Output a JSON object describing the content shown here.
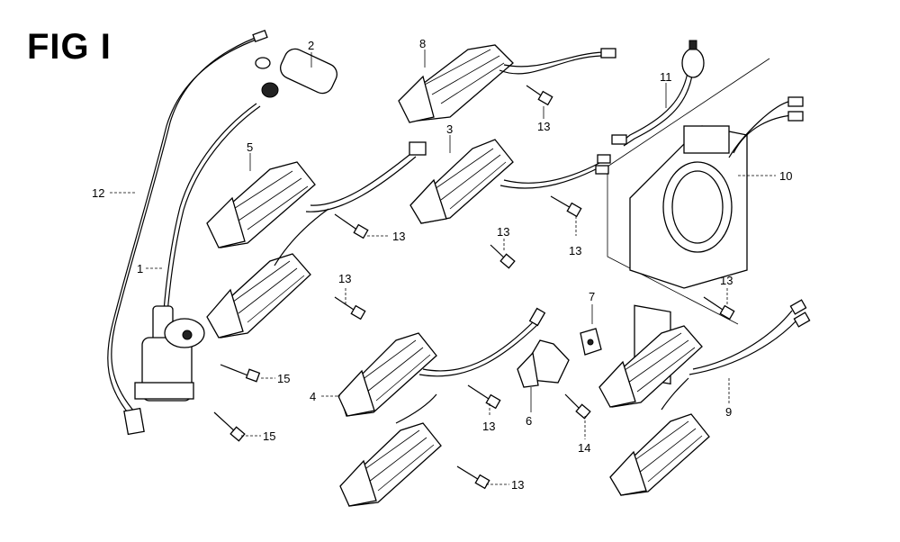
{
  "figure": {
    "title": "FIG I"
  },
  "callouts": [
    {
      "id": "c-2",
      "text": "2"
    },
    {
      "id": "c-8",
      "text": "8"
    },
    {
      "id": "c-13a",
      "text": "13"
    },
    {
      "id": "c-11",
      "text": "11"
    },
    {
      "id": "c-12",
      "text": "12"
    },
    {
      "id": "c-5",
      "text": "5"
    },
    {
      "id": "c-3",
      "text": "3"
    },
    {
      "id": "c-10",
      "text": "10"
    },
    {
      "id": "c-13b",
      "text": "13"
    },
    {
      "id": "c-13c",
      "text": "13"
    },
    {
      "id": "c-13d",
      "text": "13"
    },
    {
      "id": "c-1",
      "text": "1"
    },
    {
      "id": "c-13e",
      "text": "13"
    },
    {
      "id": "c-13f",
      "text": "13"
    },
    {
      "id": "c-7",
      "text": "7"
    },
    {
      "id": "c-15a",
      "text": "15"
    },
    {
      "id": "c-4",
      "text": "4"
    },
    {
      "id": "c-13g",
      "text": "13"
    },
    {
      "id": "c-6",
      "text": "6"
    },
    {
      "id": "c-9",
      "text": "9"
    },
    {
      "id": "c-14",
      "text": "14"
    },
    {
      "id": "c-15b",
      "text": "15"
    },
    {
      "id": "c-13h",
      "text": "13"
    }
  ]
}
